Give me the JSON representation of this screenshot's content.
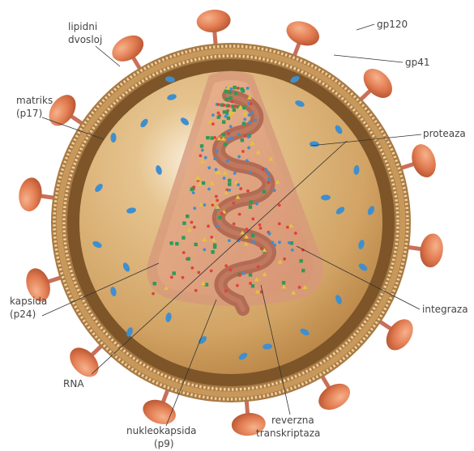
{
  "labels": {
    "lipidni_line1": "lipidni",
    "lipidni_line2": "dvosloj",
    "gp120": "gp120",
    "gp41": "gp41",
    "matriks_line1": "matriks",
    "matriks_line2": "(p17)",
    "proteaza": "proteaza",
    "kapsida_line1": "kapsida",
    "kapsida_line2": "(p24)",
    "integraza": "integraza",
    "rna": "RNA",
    "nukleokapsida_line1": "nukleokapsida",
    "nukleokapsida_line2": "(p9)",
    "reverzna_line1": "reverzna",
    "reverzna_line2": "transkriptaza"
  },
  "colors": {
    "membrane": "#b9884f",
    "matrix": "#d4a86a",
    "core_fill": "#dea27e",
    "rna_strand": "#b06a55",
    "matrix_protein": "#3f8fcf",
    "knob": "#e07a50",
    "line": "#333333"
  }
}
